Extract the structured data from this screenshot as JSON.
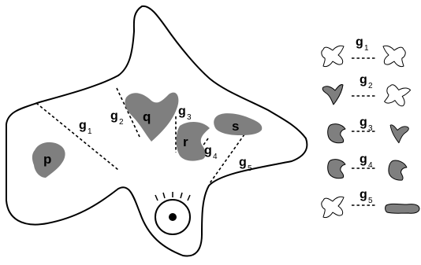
{
  "colors": {
    "region_fill": "#7f7f7f",
    "outline": "#000000",
    "background": "#ffffff"
  },
  "regions": {
    "p": "p",
    "q": "q",
    "r": "r",
    "s": "s"
  },
  "gates": [
    {
      "name": "g",
      "sub": "1"
    },
    {
      "name": "g",
      "sub": "2"
    },
    {
      "name": "g",
      "sub": "3"
    },
    {
      "name": "g",
      "sub": "4"
    },
    {
      "name": "g",
      "sub": "5"
    }
  ],
  "legend": [
    {
      "name": "g",
      "sub": "1",
      "left_icon": "hollow-star",
      "right_icon": "hollow-star"
    },
    {
      "name": "g",
      "sub": "2",
      "left_icon": "filled-q-shape",
      "right_icon": "hollow-star"
    },
    {
      "name": "g",
      "sub": "3",
      "left_icon": "filled-r-shape",
      "right_icon": "filled-q-shape"
    },
    {
      "name": "g",
      "sub": "4",
      "left_icon": "filled-r-shape",
      "right_icon": "filled-r-shape"
    },
    {
      "name": "g",
      "sub": "5",
      "left_icon": "hollow-star",
      "right_icon": "filled-s-shape"
    }
  ],
  "icons": {
    "robot": "eye-icon"
  }
}
